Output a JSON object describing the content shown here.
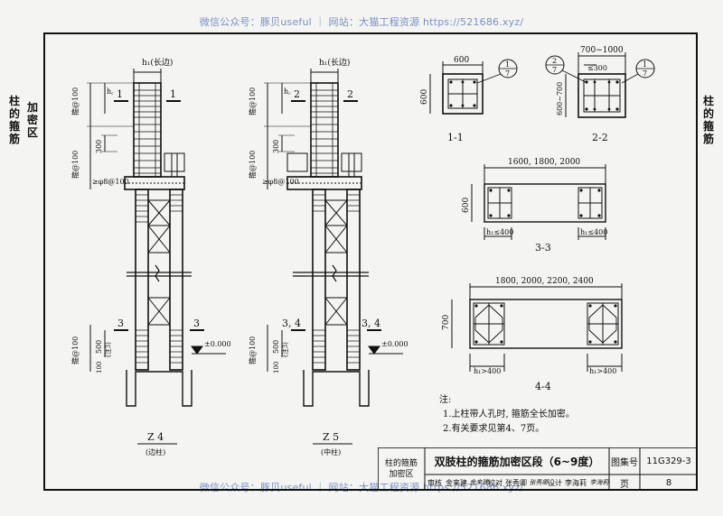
{
  "watermark_top": "微信公众号：豚贝useful ｜ 网站：大猫工程资源 https://521686.xyz/",
  "watermark_bottom": "微信公众号：豚贝useful ｜ 网站：大猫工程资源 https://521686.xyz/",
  "side_left": {
    "col1": "柱的箍筋",
    "col2": "加密区"
  },
  "side_right": "柱的箍筋",
  "z4": {
    "top_dim": "h₁(长边)",
    "hc": "h꜀",
    "stirrup1": "箍@100",
    "dim300": "300",
    "stirrup2": "箍@100",
    "rebar": "≥φ8@100",
    "marker_top": "1",
    "marker_bot": "3",
    "elev": "±0.000",
    "dim500": "500",
    "note3": "(注3)",
    "dim100": "100",
    "stirrup3": "箍@100",
    "title": "Z 4",
    "sub": "(边柱)"
  },
  "z5": {
    "top_dim": "h₁(长边)",
    "hc": "h꜀",
    "stirrup1": "箍@100",
    "dim300": "300",
    "stirrup2": "箍@100",
    "rebar": "≥φ8@100",
    "marker_top": "2",
    "marker_bot": "3, 4",
    "elev": "±0.000",
    "dim500": "500",
    "note3": "(注3)",
    "dim100": "100",
    "stirrup3": "箍@100",
    "title": "Z 5",
    "sub": "(中柱)"
  },
  "sec11": {
    "dim": "600",
    "side": "600",
    "ref_num": "1",
    "ref_den": "7",
    "label": "1-1"
  },
  "sec22": {
    "dim_top": "700~1000",
    "dim_small": "≤300",
    "side": "600~700",
    "ref_a_num": "2",
    "ref_a_den": "7",
    "ref_b_num": "1",
    "ref_b_den": "7",
    "label": "2-2"
  },
  "sec33": {
    "dim": "1600, 1800, 2000",
    "side": "600",
    "h1": "h₁≤400",
    "h2": "h₁≤400",
    "label": "3-3"
  },
  "sec44": {
    "dim": "1800, 2000, 2200, 2400",
    "side": "700",
    "h1": "h₁>400",
    "h2": "h₁>400",
    "label": "4-4"
  },
  "notes": {
    "title": "注:",
    "items": [
      "1.上柱带人孔时, 箍筋全长加密。",
      "2.有关要求见第4、7页。"
    ]
  },
  "title_block": {
    "left_label": "柱的箍筋\n加密区",
    "main_title": "双肢柱的箍筋加密区段（6~9度）",
    "atlas_label": "图集号",
    "atlas_no": "11G329-3",
    "review": "审核",
    "reviewer": "金来建",
    "reviewer_sig": "金来建",
    "check": "校对",
    "checker": "张秀卿",
    "checker_sig": "张秀卿",
    "design": "设计",
    "designer": "李海莉",
    "designer_sig": "李海莉",
    "page_label": "页",
    "page_no": "8"
  }
}
